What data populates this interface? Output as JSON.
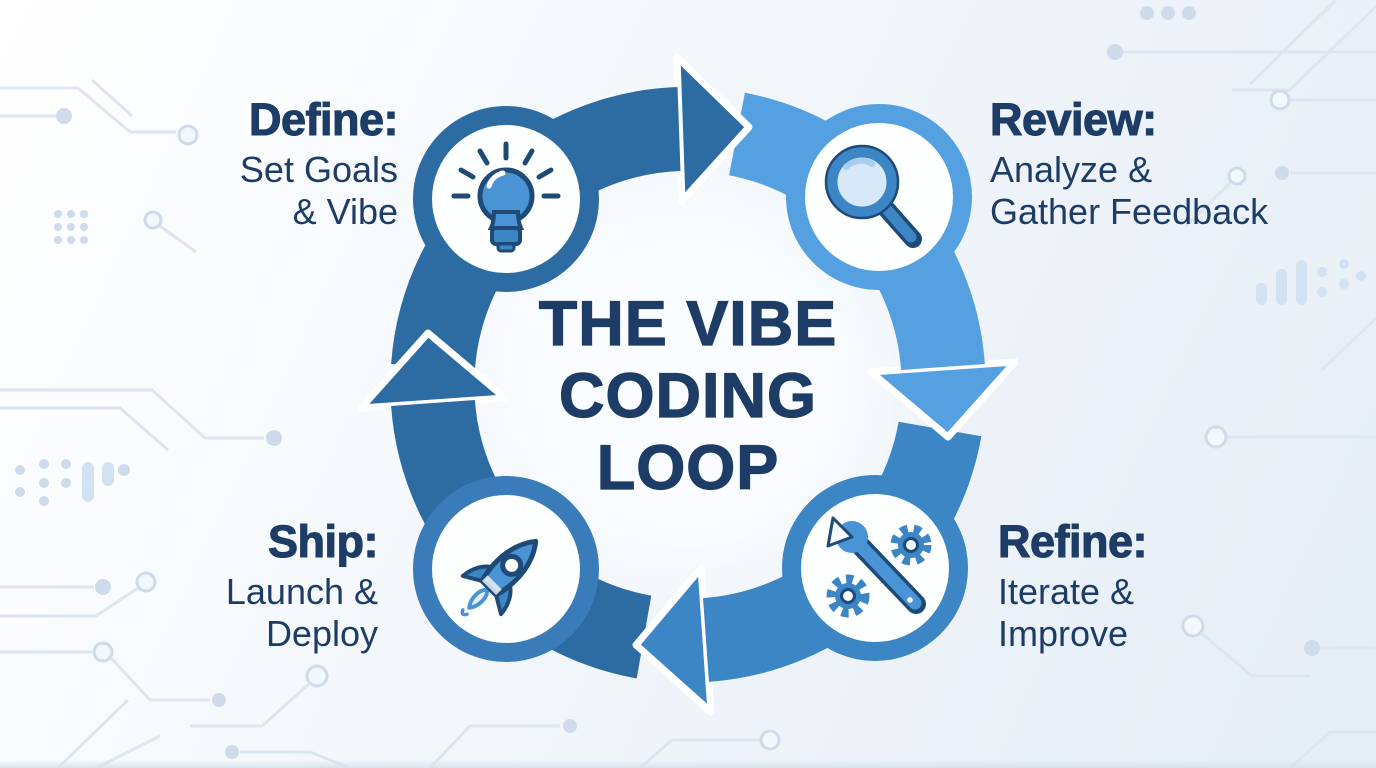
{
  "title": {
    "lines": [
      "THE VIBE",
      "CODING",
      "LOOP"
    ]
  },
  "stages": [
    {
      "name": "define",
      "heading": "Define:",
      "sub1": "Set Goals",
      "sub2": "& Vibe",
      "icon": "lightbulb-icon"
    },
    {
      "name": "review",
      "heading": "Review:",
      "sub1": "Analyze &",
      "sub2": "Gather Feedback",
      "icon": "magnifying-glass-icon"
    },
    {
      "name": "refine",
      "heading": "Refine:",
      "sub1": "Iterate &",
      "sub2": "Improve",
      "icon": "wrench-gears-icon"
    },
    {
      "name": "ship",
      "heading": "Ship:",
      "sub1": "Launch &",
      "sub2": "Deploy",
      "icon": "rocket-icon"
    }
  ],
  "colors": {
    "navy": "#1d3c66",
    "arc_dark": "#2d6ba3",
    "arc_light": "#55a0e0",
    "arc_med": "#3d86c6",
    "ring_ship": "#3a7cba",
    "icon_blue": "#4a94d6",
    "icon_navy": "#1d4a77",
    "icon_light": "#d7e8f8",
    "circuit": "#dde5ef",
    "circuit_dot": "#cfdbea"
  }
}
